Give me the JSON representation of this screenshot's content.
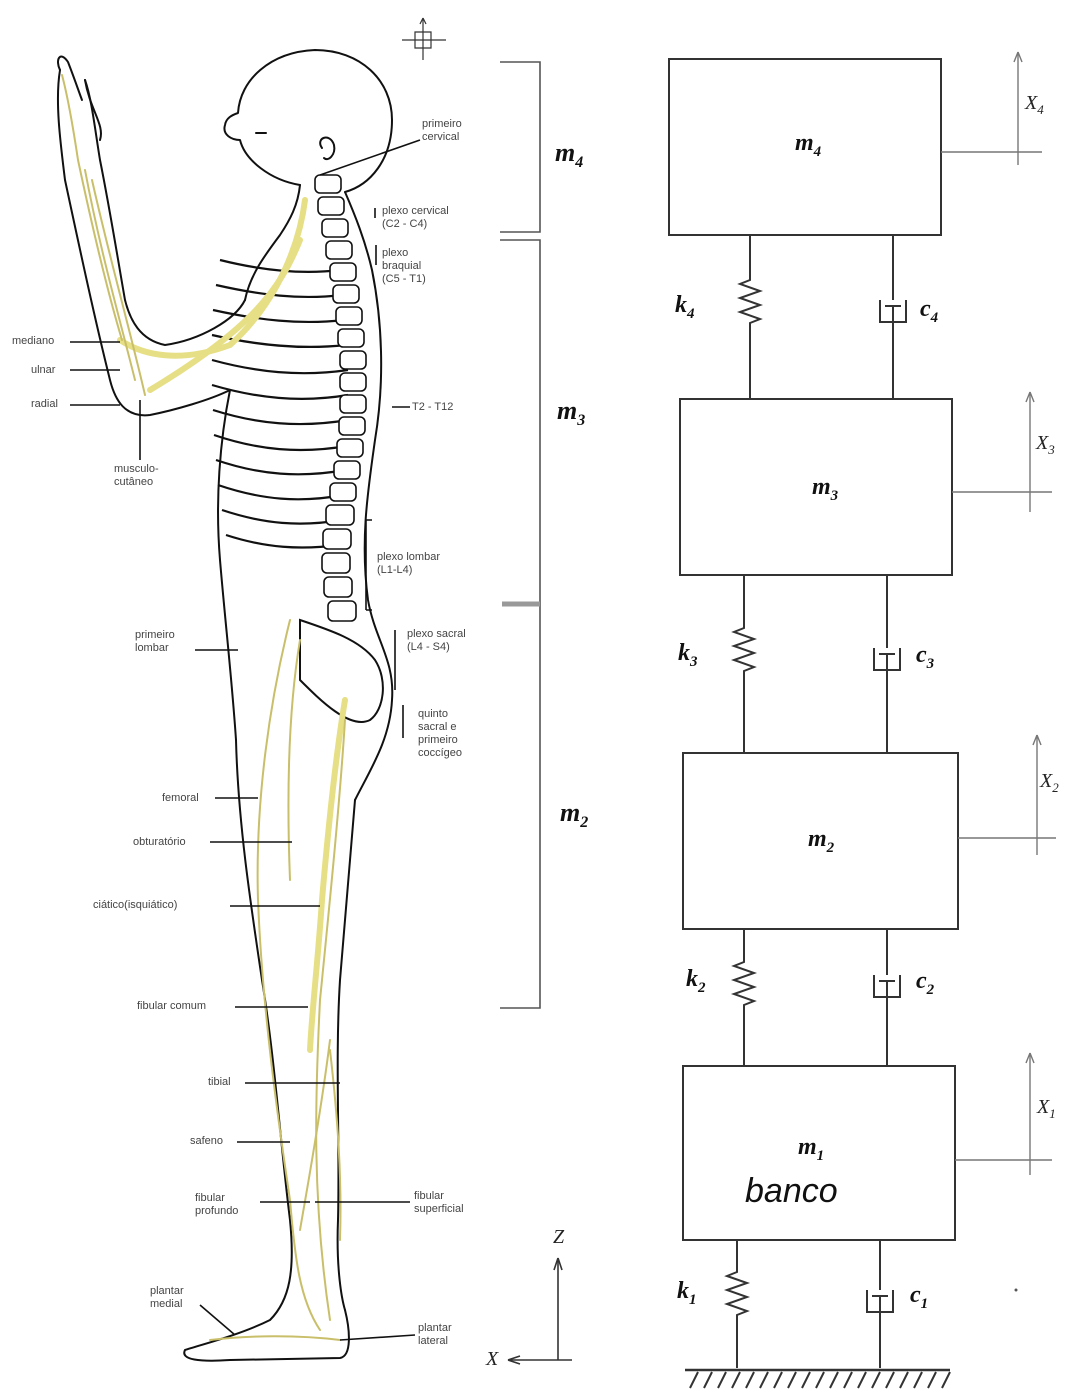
{
  "segments": [
    {
      "sym": "m",
      "sub": "4"
    },
    {
      "sym": "m",
      "sub": "3"
    },
    {
      "sym": "m",
      "sub": "2"
    }
  ],
  "nerve_labels": {
    "primeiro_cervical": "primeiro\ncervical",
    "plexo_cervical": "plexo cervical\n(C2 - C4)",
    "plexo_braquial": "plexo\nbraquial\n(C5 - T1)",
    "t2_t12": "T2 - T12",
    "plexo_lombar": "plexo lombar\n(L1-L4)",
    "plexo_sacral": "plexo sacral\n(L4 - S4)",
    "quinto_sacral": "quinto\nsacral e\nprimeiro\ncoccígeo",
    "mediano": "mediano",
    "ulnar": "ulnar",
    "radial": "radial",
    "musculo_cutaneo": "musculo-\ncutâneo",
    "primeiro_lombar": "primeiro\nlombar",
    "femoral": "femoral",
    "obturatorio": "obturatório",
    "isquiatico": "ciático(isquiático)",
    "fibular_comum": "fibular comum",
    "tibial": "tibial",
    "safeno": "safeno",
    "fibular_profundo": "fibular\nprofundo",
    "fibular_superficial": "fibular\nsuperficial",
    "plantar_medial": "plantar\nmedial",
    "plantar_lateral": "plantar\nlateral"
  },
  "axes": {
    "z": "Z",
    "x": "X"
  },
  "model": {
    "masses": [
      {
        "sym": "m",
        "sub": "4",
        "disp": "X",
        "disp_sub": "4"
      },
      {
        "sym": "m",
        "sub": "3",
        "disp": "X",
        "disp_sub": "3"
      },
      {
        "sym": "m",
        "sub": "2",
        "disp": "X",
        "disp_sub": "2"
      },
      {
        "sym": "m",
        "sub": "1",
        "disp": "X",
        "disp_sub": "1",
        "name": "banco"
      }
    ],
    "springs": [
      {
        "sym": "k",
        "sub": "4"
      },
      {
        "sym": "k",
        "sub": "3"
      },
      {
        "sym": "k",
        "sub": "2"
      },
      {
        "sym": "k",
        "sub": "1"
      }
    ],
    "dampers": [
      {
        "sym": "c",
        "sub": "4"
      },
      {
        "sym": "c",
        "sub": "3"
      },
      {
        "sym": "c",
        "sub": "2"
      },
      {
        "sym": "c",
        "sub": "1"
      }
    ]
  }
}
